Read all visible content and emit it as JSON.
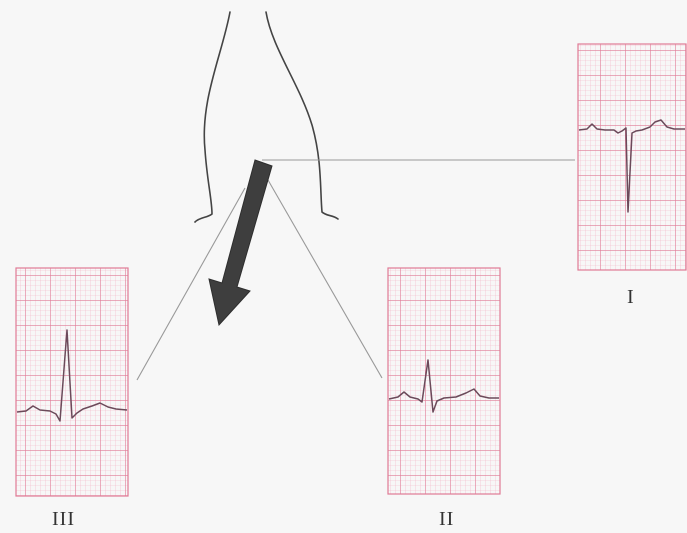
{
  "colors": {
    "background": "#f7f7f7",
    "grid_fine": "#f3b3c4",
    "grid_major": "#e07a96",
    "trace": "#6b4a5a",
    "outline": "#444444",
    "projection_line": "#999999",
    "axis_arrow": "#3e3e3e"
  },
  "icons": {
    "body_outline": "torso-outline-icon",
    "axis_arrow": "cardiac-axis-arrow-icon"
  },
  "leads": [
    {
      "id": "I",
      "label": "I"
    },
    {
      "id": "II",
      "label": "II"
    },
    {
      "id": "III",
      "label": "III"
    }
  ]
}
